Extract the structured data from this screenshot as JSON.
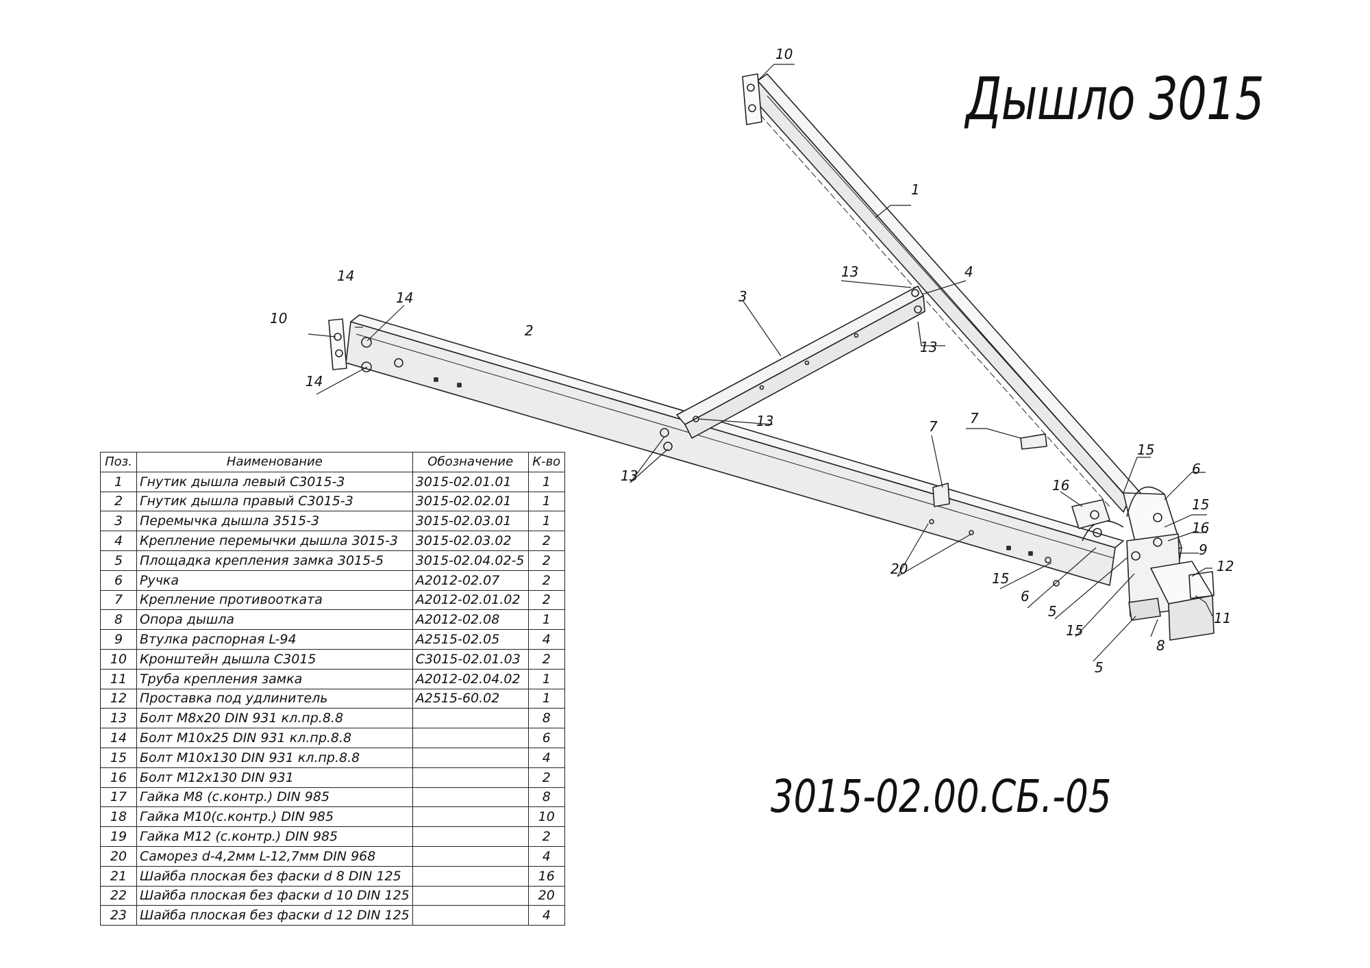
{
  "title": "Дышло 3015",
  "drawing_code": "3015-02.00.СБ.-05",
  "spec_table": {
    "headers": {
      "pos": "Поз.",
      "name": "Наименование",
      "designation": "Обозначение",
      "qty": "К-во"
    },
    "rows": [
      {
        "pos": "1",
        "name": "Гнутик дышла левый С3015-3",
        "designation": "3015-02.01.01",
        "qty": "1"
      },
      {
        "pos": "2",
        "name": "Гнутик дышла правый С3015-3",
        "designation": "3015-02.02.01",
        "qty": "1"
      },
      {
        "pos": "3",
        "name": "Перемычка дышла 3515-3",
        "designation": "3015-02.03.01",
        "qty": "1"
      },
      {
        "pos": "4",
        "name": "Крепление перемычки дышла 3015-3",
        "designation": "3015-02.03.02",
        "qty": "2"
      },
      {
        "pos": "5",
        "name": "Площадка крепления замка 3015-5",
        "designation": "3015-02.04.02-5",
        "qty": "2"
      },
      {
        "pos": "6",
        "name": "Ручка",
        "designation": "А2012-02.07",
        "qty": "2"
      },
      {
        "pos": "7",
        "name": "Крепление противооткатa",
        "designation": "А2012-02.01.02",
        "qty": "2"
      },
      {
        "pos": "8",
        "name": "Опора дышла",
        "designation": "А2012-02.08",
        "qty": "1"
      },
      {
        "pos": "9",
        "name": "Втулка распорная L-94",
        "designation": "А2515-02.05",
        "qty": "4"
      },
      {
        "pos": "10",
        "name": "Кронштейн дышла С3015",
        "designation": "С3015-02.01.03",
        "qty": "2"
      },
      {
        "pos": "11",
        "name": "Труба крепления замка",
        "designation": "А2012-02.04.02",
        "qty": "1"
      },
      {
        "pos": "12",
        "name": "Проставка под удлинитель",
        "designation": "А2515-60.02",
        "qty": "1"
      },
      {
        "pos": "13",
        "name": "Болт М8х20 DIN 931 кл.пр.8.8",
        "designation": "",
        "qty": "8"
      },
      {
        "pos": "14",
        "name": "Болт М10х25 DIN 931 кл.пр.8.8",
        "designation": "",
        "qty": "6"
      },
      {
        "pos": "15",
        "name": "Болт М10х130 DIN 931 кл.пр.8.8",
        "designation": "",
        "qty": "4"
      },
      {
        "pos": "16",
        "name": "Болт М12х130 DIN 931",
        "designation": "",
        "qty": "2"
      },
      {
        "pos": "17",
        "name": "Гайка  М8 (с.контр.) DIN 985",
        "designation": "",
        "qty": "8"
      },
      {
        "pos": "18",
        "name": "Гайка М10(с.контр.) DIN 985",
        "designation": "",
        "qty": "10"
      },
      {
        "pos": "19",
        "name": "Гайка  М12 (с.контр.) DIN 985",
        "designation": "",
        "qty": "2"
      },
      {
        "pos": "20",
        "name": "Саморез d-4,2мм L-12,7мм DIN 968",
        "designation": "",
        "qty": "4"
      },
      {
        "pos": "21",
        "name": "Шайба плоская без фаски d 8 DIN 125",
        "designation": "",
        "qty": "16"
      },
      {
        "pos": "22",
        "name": "Шайба плоская без фаски d 10  DIN 125",
        "designation": "",
        "qty": "20"
      },
      {
        "pos": "23",
        "name": "Шайба плоская без фаски d 12  DIN 125",
        "designation": "",
        "qty": "4"
      }
    ]
  },
  "callouts": {
    "c10_top": "10",
    "c1": "1",
    "c13_a": "13",
    "c4": "4",
    "c3": "3",
    "c13_b": "13",
    "c14_a": "14",
    "c14_b": "14",
    "c10_left": "10",
    "c14_c": "14",
    "c2": "2",
    "c13_c": "13",
    "c13_d": "13",
    "c7_a": "7",
    "c7_b": "7",
    "c15_a": "15",
    "c6_a": "6",
    "c16_a": "16",
    "c15_b": "15",
    "c16_b": "16",
    "c9": "9",
    "c12": "12",
    "c20": "20",
    "c15_c": "15",
    "c6_b": "6",
    "c5_a": "5",
    "c15_d": "15",
    "c11": "11",
    "c5_b": "5",
    "c8": "8"
  }
}
